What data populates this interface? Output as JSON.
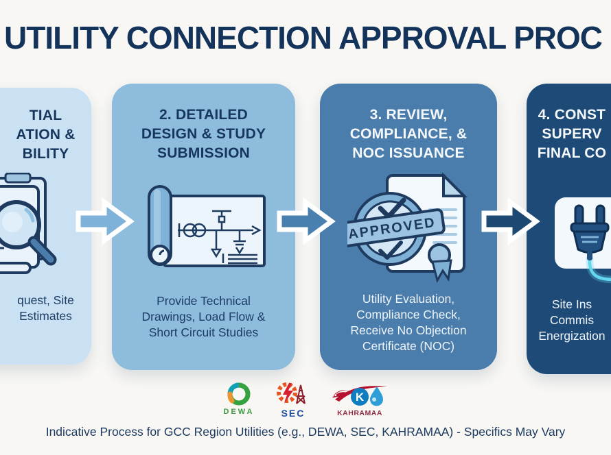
{
  "title": "UTILITY CONNECTION APPROVAL PROC",
  "colors": {
    "background": "#f8f7f4",
    "title_navy": "#14335b",
    "card1_bg": "#c9e1f2",
    "card2_bg": "#8ebcdd",
    "card3_bg": "#4a7dab",
    "card4_bg": "#1e4a77",
    "arrow1_fill": "#7fb2d8",
    "arrow2_fill": "#4a80af",
    "arrow3_fill": "#1d4872",
    "dark_text": "#1d3c64",
    "light_text": "#eef4f9",
    "cable_cyan": "#63d7ef"
  },
  "steps": [
    {
      "icon": "document-magnifier-icon",
      "title_lines": [
        "TIAL",
        "ATION &",
        "BILITY"
      ],
      "body_lines": [
        "quest, Site",
        "Estimates"
      ]
    },
    {
      "icon": "blueprint-schematic-icon",
      "title_lines": [
        "2. DETAILED",
        "DESIGN & STUDY",
        "SUBMISSION"
      ],
      "body_lines": [
        "Provide Technical",
        "Drawings, Load Flow &",
        "Short Circuit Studies"
      ]
    },
    {
      "icon": "approved-certificate-icon",
      "stamp_text": "APPROVED",
      "title_lines": [
        "3. REVIEW,",
        "COMPLIANCE, &",
        "NOC ISSUANCE"
      ],
      "body_lines": [
        "Utility Evaluation,",
        "Compliance Check,",
        "Receive No Objection",
        "Certificate (NOC)"
      ]
    },
    {
      "icon": "power-plug-icon",
      "title_lines": [
        "4. CONST",
        "SUPERV",
        "FINAL CO"
      ],
      "body_lines": [
        "Site Ins",
        "Commis",
        "Energization"
      ]
    }
  ],
  "logos": [
    {
      "name": "DEWA",
      "label": "DEWA"
    },
    {
      "name": "SEC",
      "label": "SEC"
    },
    {
      "name": "KAHRAMAA",
      "label": "KAHRAMAA"
    }
  ],
  "kahramaa_monogram": "K",
  "footer": "Indicative Process for GCC Region Utilities (e.g., DEWA, SEC, KAHRAMAA) - Specifics May Vary"
}
